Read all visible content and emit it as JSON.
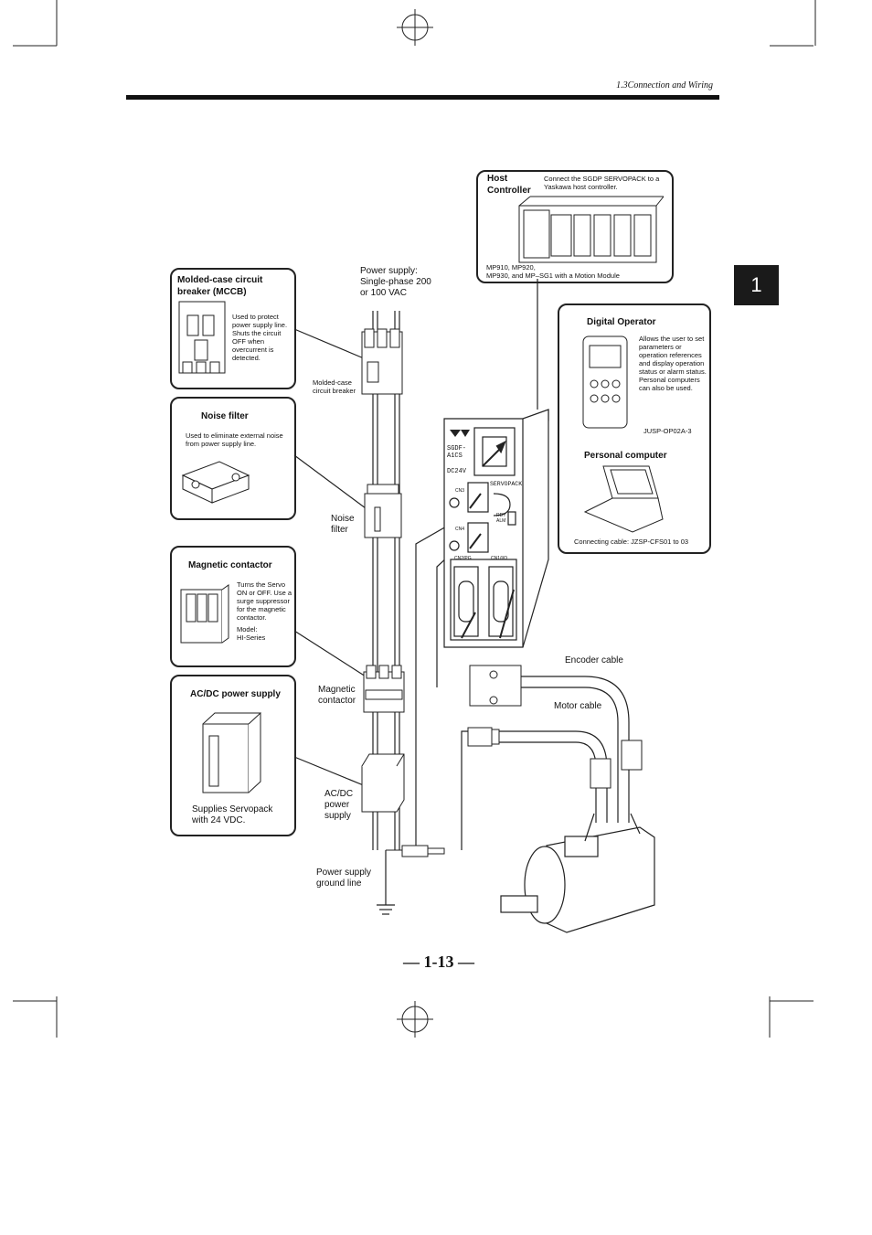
{
  "header": {
    "section": "1.3Connection and Wiring",
    "chapter_tab": "1"
  },
  "host": {
    "title_line1": "Host",
    "title_line2": "Controller",
    "desc": "Connect the SGDP SERVOPACK to a Yaskawa host controller.",
    "models_line1": "MP910, MP920,",
    "models_line2": "MP930, and MP–SG1 with a Motion Module"
  },
  "mccb": {
    "title": "Molded-case circuit breaker (MCCB)",
    "desc": "Used to protect power supply line. Shuts the circuit OFF when overcurrent is detected."
  },
  "noise": {
    "title": "Noise filter",
    "desc": "Used to eliminate external noise from power supply line."
  },
  "contactor": {
    "title": "Magnetic contactor",
    "desc": "Turns the Servo ON or OFF. Use a surge suppressor for the magnetic contactor.",
    "model_label": "Model:",
    "model": "HI-Series"
  },
  "acdc": {
    "title": "AC/DC power supply",
    "desc": "Supplies Servopack with 24 VDC."
  },
  "operator": {
    "title": "Digital Operator",
    "desc": "Allows the user to set parameters or operation references and display operation status or alarm status. Personal computers can also be used.",
    "model": "JUSP-OP02A-3",
    "pc_title": "Personal computer",
    "cable": "Connecting cable: JZSP-CFS01 to 03"
  },
  "labels": {
    "power_supply": "Power supply: Single-phase 200 or 100 VAC",
    "mccb_small": "Molded-case circuit breaker",
    "noise_filter": "Noise filter",
    "magnetic_contactor": "Magnetic contactor",
    "acdc_supply": "AC/DC power supply",
    "ground": "Power supply ground line",
    "encoder_cable": "Encoder cable",
    "motor_cable": "Motor cable"
  },
  "servopack": {
    "model1": "SGDF-",
    "model2": "A1CS",
    "voltage": "DC24V",
    "brand": "SERVOPACK",
    "cn3": "CN3",
    "cn4": "CN4",
    "cn2": "CN2/PG",
    "cn1": "CN1/I/O",
    "rdy": "RDY",
    "alm": "ALM"
  },
  "page_number": "— 1-13 —"
}
